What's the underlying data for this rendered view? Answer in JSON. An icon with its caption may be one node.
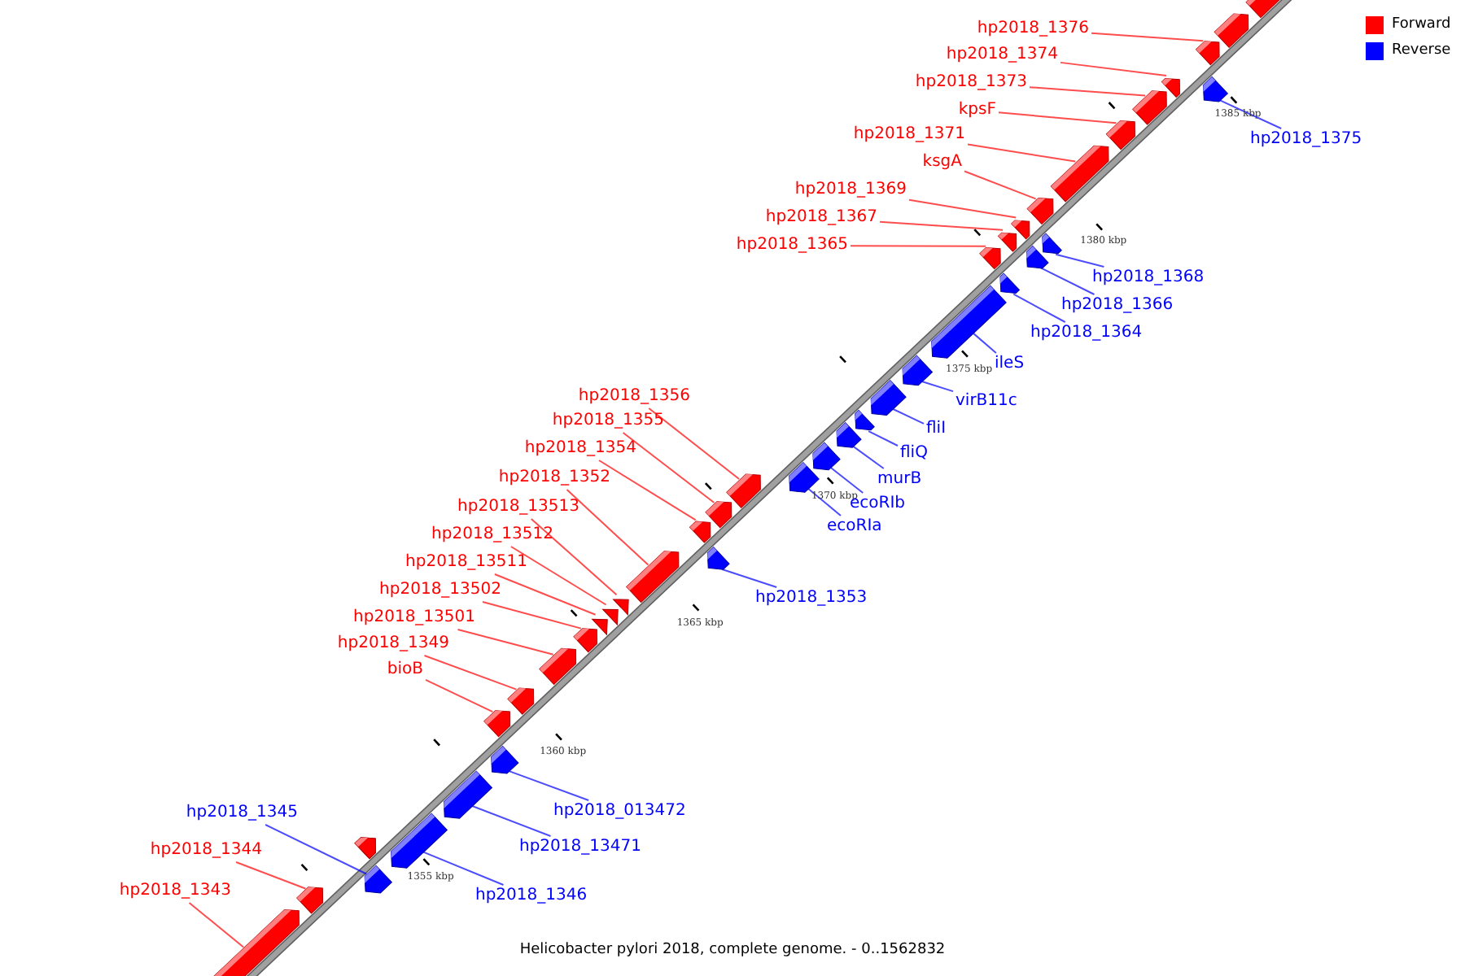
{
  "diagram": {
    "caption": "Helicobacter pylori 2018, complete genome. - 0..1562832",
    "nodes": [
      {
        "text": [
          "hp2018_1376"
        ]
      },
      {
        "text": [
          "hp2018_1374"
        ]
      },
      {
        "text": [
          "hp2018_1373"
        ]
      },
      {
        "text": [
          "kpsF"
        ]
      },
      {
        "text": [
          "hp2018_1371"
        ]
      },
      {
        "text": [
          "hp2018_1375"
        ]
      },
      {
        "text": [
          "ksgA"
        ]
      },
      {
        "text": [
          "hp2018_1369"
        ]
      },
      {
        "text": [
          "hp2018_1367"
        ]
      },
      {
        "text": [
          "hp2018_1365"
        ]
      },
      {
        "text": [
          "hp2018_1368"
        ]
      },
      {
        "text": [
          "hp2018_1366"
        ]
      },
      {
        "text": [
          "hp2018_1364"
        ]
      },
      {
        "text": [
          "ileS"
        ]
      },
      {
        "text": [
          "hp2018_1356"
        ]
      },
      {
        "text": [
          "virB11c"
        ]
      },
      {
        "text": [
          "hp2018_1355"
        ]
      },
      {
        "text": [
          "fliI"
        ]
      },
      {
        "text": [
          "hp2018_1354"
        ]
      },
      {
        "text": [
          "fliQ"
        ]
      },
      {
        "text": [
          "hp2018_1352"
        ]
      },
      {
        "text": [
          "murB"
        ]
      },
      {
        "text": [
          "ecoRIb"
        ]
      },
      {
        "text": [
          "hp2018_13513"
        ]
      },
      {
        "text": [
          "ecoRIa"
        ]
      },
      {
        "text": [
          "hp2018_13512"
        ]
      },
      {
        "text": [
          "hp2018_13511"
        ]
      },
      {
        "text": [
          "hp2018_13502"
        ]
      },
      {
        "text": [
          "hp2018_1353"
        ]
      },
      {
        "text": [
          "hp2018_13501"
        ]
      },
      {
        "text": [
          "hp2018_1349"
        ]
      },
      {
        "text": [
          "bioB"
        ]
      },
      {
        "text": [
          "hp2018_013472"
        ]
      },
      {
        "text": [
          "hp2018_1345"
        ]
      },
      {
        "text": [
          "hp2018_13471"
        ]
      },
      {
        "text": [
          "hp2018_1344"
        ]
      },
      {
        "text": [
          "hp2018_1343"
        ]
      },
      {
        "text": [
          "hp2018_1346"
        ]
      },
      {
        "text": [],
        "shape": "pentagon"
      },
      {
        "text": [],
        "shape": "pentagon"
      },
      {
        "text": [],
        "shape": "pentagon"
      },
      {
        "text": [],
        "shape": "pentagon"
      },
      {
        "text": [],
        "shape": "pentagon"
      },
      {
        "text": [],
        "shape": "pentagon"
      },
      {
        "text": [],
        "shape": "pentagon"
      },
      {
        "text": [],
        "shape": "pentagon"
      },
      {
        "text": [],
        "shape": "pentagon"
      },
      {
        "text": [],
        "shape": "pentagon"
      },
      {
        "text": [],
        "shape": "triangle"
      },
      {
        "text": [],
        "shape": "triangle"
      },
      {
        "text": [],
        "shape": "triangle"
      },
      {
        "text": [],
        "shape": "pentagon"
      },
      {
        "text": [],
        "shape": "pentagon"
      },
      {
        "text": [],
        "shape": "pentagon"
      },
      {
        "text": [],
        "shape": "pentagon"
      },
      {
        "text": [],
        "shape": "pentagon"
      },
      {
        "text": [],
        "shape": "pentagon"
      },
      {
        "text": [],
        "shape": "pentagon"
      },
      {
        "text": [],
        "shape": "pentagon"
      },
      {
        "text": [],
        "shape": "pentagon"
      },
      {
        "text": [],
        "shape": "pentagon"
      },
      {
        "text": [],
        "shape": "pentagon"
      },
      {
        "text": [],
        "shape": "pentagon"
      },
      {
        "text": [],
        "shape": "pentagon"
      },
      {
        "text": [],
        "shape": "pentagon"
      },
      {
        "text": [],
        "shape": "pentagon"
      },
      {
        "text": [],
        "shape": "pentagon"
      },
      {
        "text": [],
        "shape": "pentagon"
      },
      {
        "text": [],
        "shape": "pentagon"
      },
      {
        "text": [],
        "shape": "pentagon"
      },
      {
        "text": [],
        "shape": "pentagon"
      },
      {
        "text": [],
        "shape": "pentagon"
      },
      {
        "text": [],
        "shape": "pentagon"
      },
      {
        "text": [],
        "shape": "pentagon"
      },
      {
        "text": [],
        "shape": "pentagon"
      },
      {
        "text": [],
        "shape": "pentagon"
      },
      {
        "text": [],
        "shape": "pentagon"
      },
      {
        "text": [],
        "shape": "pentagon"
      },
      {
        "text": [],
        "shape": "pentagon"
      },
      {
        "text": [],
        "shape": "pentagon"
      }
    ],
    "edges": [
      {
        "from": 0,
        "to": 75,
        "arrow": "none"
      },
      {
        "from": 1,
        "to": 73,
        "arrow": "none"
      },
      {
        "from": 2,
        "to": 72,
        "arrow": "none"
      },
      {
        "from": 3,
        "to": 71,
        "arrow": "none"
      },
      {
        "from": 4,
        "to": 70,
        "arrow": "none"
      },
      {
        "from": 5,
        "to": 74,
        "arrow": "none",
        "color": "#0000ff"
      },
      {
        "from": 6,
        "to": 69,
        "arrow": "none"
      },
      {
        "from": 7,
        "to": 67,
        "arrow": "none"
      },
      {
        "from": 8,
        "to": 65,
        "arrow": "none"
      },
      {
        "from": 9,
        "to": 64,
        "arrow": "none"
      },
      {
        "from": 10,
        "to": 68,
        "arrow": "none",
        "color": "#0000ff"
      },
      {
        "from": 11,
        "to": 66,
        "arrow": "none",
        "color": "#0000ff"
      },
      {
        "from": 12,
        "to": 63,
        "arrow": "none",
        "color": "#0000ff"
      },
      {
        "from": 13,
        "to": 62,
        "arrow": "none",
        "color": "#0000ff"
      },
      {
        "from": 14,
        "to": 55,
        "arrow": "none"
      },
      {
        "from": 15,
        "to": 61,
        "arrow": "none",
        "color": "#0000ff"
      },
      {
        "from": 16,
        "to": 54,
        "arrow": "none"
      },
      {
        "from": 17,
        "to": 60,
        "arrow": "none",
        "color": "#0000ff"
      },
      {
        "from": 18,
        "to": 53,
        "arrow": "none"
      },
      {
        "from": 19,
        "to": 59,
        "arrow": "none",
        "color": "#0000ff"
      },
      {
        "from": 20,
        "to": 51,
        "arrow": "none"
      },
      {
        "from": 21,
        "to": 58,
        "arrow": "none",
        "color": "#0000ff"
      },
      {
        "from": 22,
        "to": 57,
        "arrow": "none",
        "color": "#0000ff"
      },
      {
        "from": 23,
        "to": 50,
        "arrow": "none"
      },
      {
        "from": 24,
        "to": 56,
        "arrow": "none",
        "color": "#0000ff"
      },
      {
        "from": 25,
        "to": 49,
        "arrow": "none"
      },
      {
        "from": 26,
        "to": 48,
        "arrow": "none"
      },
      {
        "from": 27,
        "to": 47,
        "arrow": "none"
      },
      {
        "from": 28,
        "to": 52,
        "arrow": "none",
        "color": "#0000ff"
      },
      {
        "from": 29,
        "to": 46,
        "arrow": "none"
      },
      {
        "from": 30,
        "to": 45,
        "arrow": "none"
      },
      {
        "from": 31,
        "to": 44,
        "arrow": "none"
      },
      {
        "from": 32,
        "to": 43,
        "arrow": "none",
        "color": "#0000ff"
      },
      {
        "from": 33,
        "to": 40,
        "arrow": "none",
        "color": "#0000ff"
      },
      {
        "from": 34,
        "to": 42,
        "arrow": "none",
        "color": "#0000ff"
      },
      {
        "from": 35,
        "to": 39,
        "arrow": "none"
      },
      {
        "from": 36,
        "to": 38,
        "arrow": "none"
      },
      {
        "from": 37,
        "to": 41,
        "arrow": "none",
        "color": "#0000ff"
      }
    ],
    "labels": [
      "1385 kbp",
      "1380 kbp",
      "1375 kbp",
      "1370 kbp",
      "1365 kbp",
      "1360 kbp",
      "1355 kbp"
    ],
    "legend": [
      {
        "text": "Forward",
        "color": "#ff0000"
      },
      {
        "text": "Reverse",
        "color": "#0000ff"
      }
    ]
  }
}
